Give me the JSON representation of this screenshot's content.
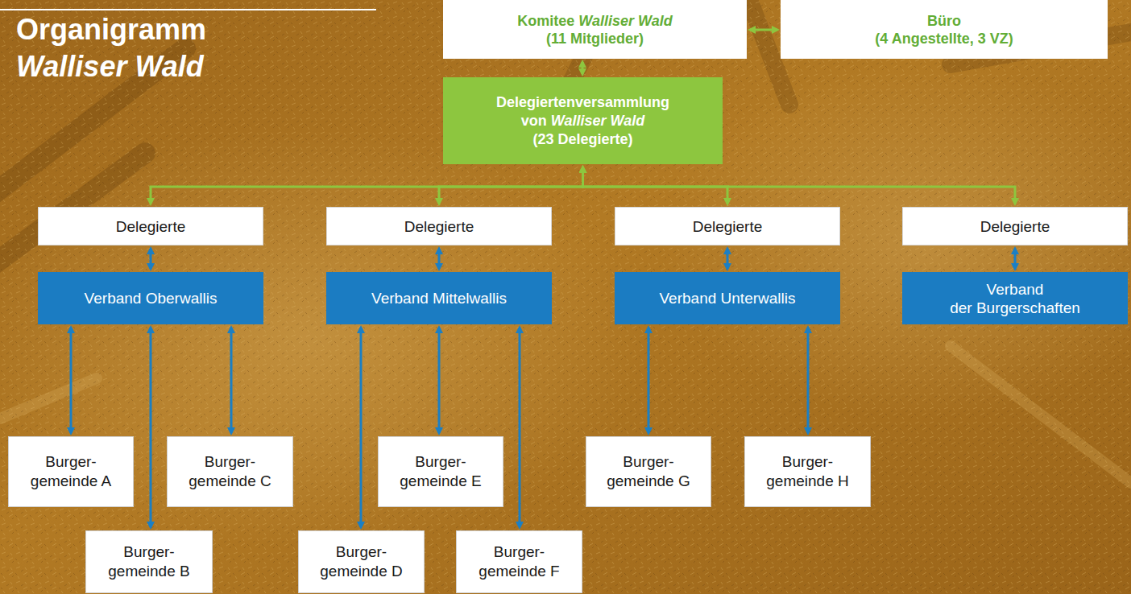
{
  "diagram": {
    "title": "Organigramm Walliser Wald",
    "nodes": [
      {
        "text": [
          "Komitee Walliser Wald (11 Mitglieder)"
        ]
      },
      {
        "text": [
          "Büro (4 Angestellte, 3 VZ)"
        ]
      },
      {
        "text": [
          "Delegiertenversammlung von Walliser Wald (23 Delegierte)"
        ]
      },
      {
        "text": [
          "Delegierte"
        ]
      },
      {
        "text": [
          "Delegierte"
        ]
      },
      {
        "text": [
          "Delegierte"
        ]
      },
      {
        "text": [
          "Delegierte"
        ]
      },
      {
        "text": [
          "Verband Oberwallis"
        ]
      },
      {
        "text": [
          "Verband Mittelwallis"
        ]
      },
      {
        "text": [
          "Verband Unterwallis"
        ]
      },
      {
        "text": [
          "Verband der Burgerschaften"
        ]
      },
      {
        "text": [
          "Burger- gemeinde A"
        ]
      },
      {
        "text": [
          "Burger- gemeinde C"
        ]
      },
      {
        "text": [
          "Burger- gemeinde E"
        ]
      },
      {
        "text": [
          "Burger- gemeinde G"
        ]
      },
      {
        "text": [
          "Burger- gemeinde H"
        ]
      },
      {
        "text": [
          "Burger- gemeinde B"
        ]
      },
      {
        "text": [
          "Burger- gemeinde D"
        ]
      },
      {
        "text": [
          "Burger- gemeinde F"
        ]
      }
    ],
    "edges": [
      {
        "from": 0,
        "to": 1,
        "arrow": "both"
      },
      {
        "from": 0,
        "to": 2,
        "arrow": "both"
      },
      {
        "from": 2,
        "to": 3,
        "arrow": "both"
      },
      {
        "from": 2,
        "to": 4,
        "arrow": "both"
      },
      {
        "from": 2,
        "to": 5,
        "arrow": "both"
      },
      {
        "from": 2,
        "to": 6,
        "arrow": "both"
      },
      {
        "from": 3,
        "to": 7,
        "arrow": "both"
      },
      {
        "from": 4,
        "to": 8,
        "arrow": "both"
      },
      {
        "from": 5,
        "to": 9,
        "arrow": "both"
      },
      {
        "from": 6,
        "to": 10,
        "arrow": "both"
      },
      {
        "from": 7,
        "to": 11,
        "arrow": "both"
      },
      {
        "from": 7,
        "to": 16,
        "arrow": "both"
      },
      {
        "from": 7,
        "to": 12,
        "arrow": "both"
      },
      {
        "from": 8,
        "to": 17,
        "arrow": "both"
      },
      {
        "from": 8,
        "to": 13,
        "arrow": "both"
      },
      {
        "from": 8,
        "to": 18,
        "arrow": "both"
      },
      {
        "from": 9,
        "to": 14,
        "arrow": "both"
      },
      {
        "from": 9,
        "to": 15,
        "arrow": "both"
      }
    ]
  }
}
